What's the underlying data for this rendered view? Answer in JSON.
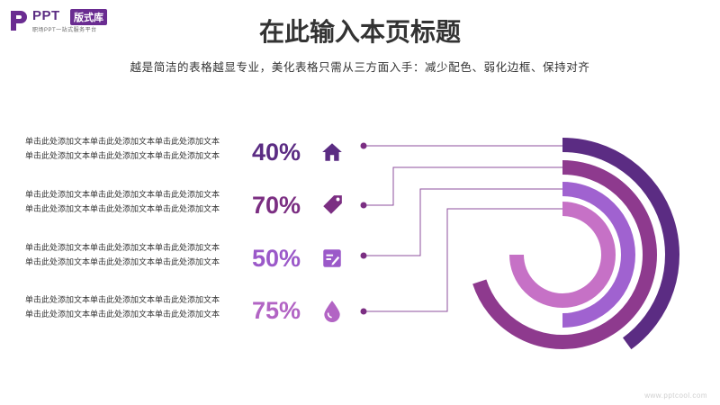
{
  "logo": {
    "brand": "PPT",
    "badge": "版式库",
    "tagline": "职场PPT一站式服务平台"
  },
  "title": "在此输入本页标题",
  "subtitle": "越是简洁的表格越显专业，美化表格只需从三方面入手：减少配色、弱化边框、保持对齐",
  "items": [
    {
      "line1": "单击此处添加文本单击此处添加文本单击此处添加文本",
      "line2": "单击此处添加文本单击此处添加文本单击此处添加文本",
      "value_label": "40%",
      "icon": "home-icon",
      "color": "#5b2c83"
    },
    {
      "line1": "单击此处添加文本单击此处添加文本单击此处添加文本",
      "line2": "单击此处添加文本单击此处添加文本单击此处添加文本",
      "value_label": "70%",
      "icon": "tag-icon",
      "color": "#7b2e82"
    },
    {
      "line1": "单击此处添加文本单击此处添加文本单击此处添加文本",
      "line2": "单击此处添加文本单击此处添加文本单击此处添加文本",
      "value_label": "50%",
      "icon": "edit-icon",
      "color": "#9b59c9"
    },
    {
      "line1": "单击此处添加文本单击此处添加文本单击此处添加文本",
      "line2": "单击此处添加文本单击此处添加文本单击此处添加文本",
      "value_label": "75%",
      "icon": "drop-icon",
      "color": "#b264c4"
    }
  ],
  "chart_data": {
    "type": "radial-bar",
    "categories": [
      "40%",
      "70%",
      "50%",
      "75%"
    ],
    "values": [
      40,
      70,
      50,
      75
    ],
    "colors": [
      "#5b2c83",
      "#8e3a8e",
      "#a062d0",
      "#c671c6"
    ]
  },
  "watermark": "www.pptcool.com"
}
